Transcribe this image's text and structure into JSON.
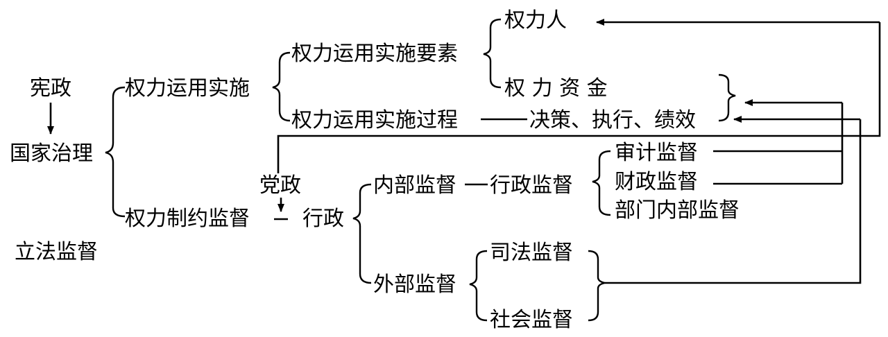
{
  "nodes": {
    "xianzheng": "宪政",
    "guojia_zhili": "国家治理",
    "lifa_jiandu": "立法监督",
    "quanli_yunyong_shishi": "权力运用实施",
    "quanli_zhiyue_jiandu": "权力制约监督",
    "yunyong_yaosu": "权力运用实施要素",
    "yunyong_guocheng": "权力运用实施过程",
    "quanliren": "权力人",
    "quanli_zijin": "权 力 资 金",
    "juece_zhixing_jixiao": "决策、执行、绩效",
    "dangzheng": "党政",
    "xingzheng": "行政",
    "neibu_jiandu": "内部监督",
    "xingzheng_jiandu": "行政监督",
    "shenji_jiandu": "审计监督",
    "caizheng_jiandu": "财政监督",
    "bumen_neibu_jiandu": "部门内部监督",
    "waibu_jiandu": "外部监督",
    "sifa_jiandu": "司法监督",
    "shehui_jiandu": "社会监督"
  },
  "colors": {
    "ink": "#000000",
    "background": "#ffffff"
  }
}
